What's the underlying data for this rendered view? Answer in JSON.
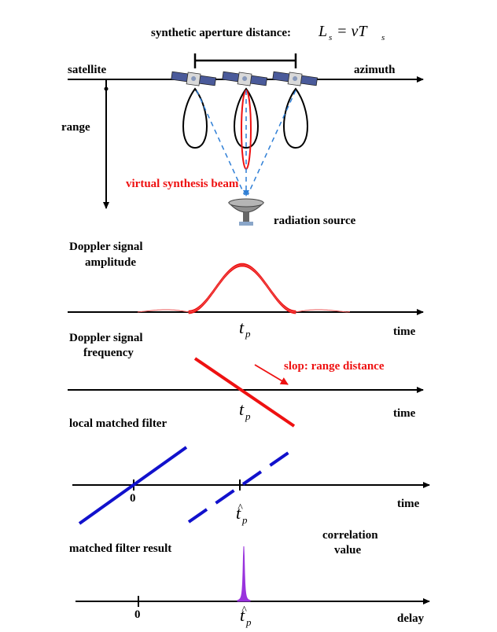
{
  "top": {
    "aperture_label": "synthetic aperture distance:",
    "aperture_eq_lhs": "L",
    "aperture_eq_lhs_sub": "s",
    "aperture_eq_rhs": "= vT",
    "aperture_eq_rhs_sub": "s",
    "satellite_label": "satellite",
    "azimuth_label": "azimuth",
    "range_label": "range",
    "beam_label": "virtual synthesis beam",
    "source_label": "radiation source"
  },
  "panel1": {
    "label_line1": "Doppler signal",
    "label_line2": "amplitude",
    "t_label": "t",
    "t_sub": "p",
    "axis_label": "time"
  },
  "panel2": {
    "label_line1": "Doppler signal",
    "label_line2": "frequency",
    "slope_label": "slop: range distance",
    "t_label": "t",
    "t_sub": "p",
    "axis_label": "time"
  },
  "panel3": {
    "label": "local matched filter",
    "zero_label": "0",
    "t_label": "t",
    "t_hat": "^",
    "t_sub": "p",
    "axis_label": "time"
  },
  "panel4": {
    "label": "matched filter result",
    "value_line1": "correlation",
    "value_line2": "value",
    "zero_label": "0",
    "t_label": "t",
    "t_hat": "^",
    "t_sub": "p",
    "axis_label": "delay"
  },
  "colors": {
    "red": "#ee1111",
    "blue": "#1111cc",
    "purple": "#9933dd",
    "beam_dash": "#2f7fd6"
  }
}
